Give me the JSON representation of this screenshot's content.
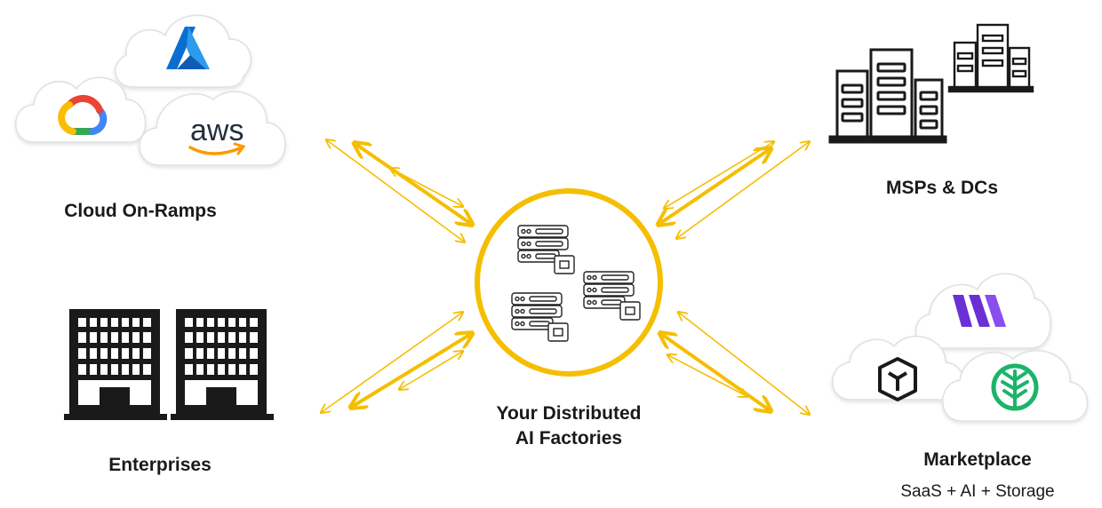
{
  "nodes": {
    "cloud": {
      "label": "Cloud On-Ramps"
    },
    "msp": {
      "label": "MSPs & DCs"
    },
    "enterprises": {
      "label": "Enterprises"
    },
    "marketplace": {
      "label": "Marketplace",
      "sublabel": "SaaS + AI + Storage"
    },
    "center": {
      "line1": "Your Distributed",
      "line2": "AI Factories"
    }
  },
  "logos": {
    "aws_text": "aws"
  },
  "colors": {
    "accent": "#F5BE00",
    "accent_light": "#FBD54A",
    "ink": "#1a1a1a",
    "cloud_stroke": "#e3e3e3"
  },
  "icons": {
    "cloud": [
      "azure-logo-icon",
      "google-cloud-logo-icon",
      "aws-logo-icon"
    ],
    "msp": [
      "datacenter-building-icon",
      "server-rack-icon"
    ],
    "enterprises": [
      "office-building-icon"
    ],
    "marketplace": [
      "wasabi-logo-icon",
      "cube-logo-icon",
      "tree-logo-icon"
    ],
    "center": [
      "gpu-server-icon"
    ]
  }
}
